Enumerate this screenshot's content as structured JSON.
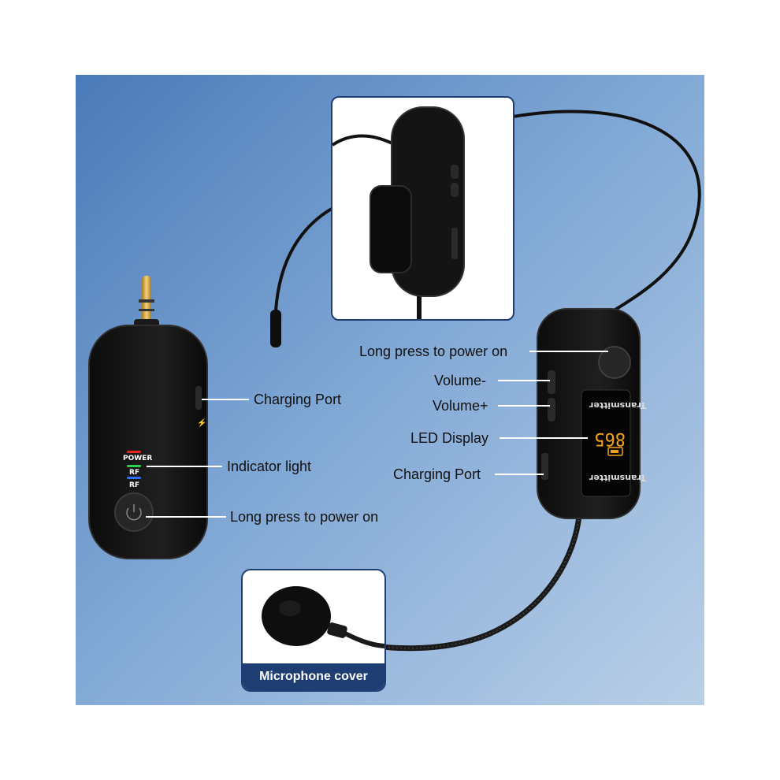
{
  "colors": {
    "panel_gradient_start": "#4a7ab8",
    "panel_gradient_end": "#b9cfe8",
    "device_body": "#151515",
    "caption_bg": "#1d3d73",
    "led_text": "#f2a31a",
    "indicator_red": "#e52620",
    "indicator_green": "#2bd14d",
    "indicator_blue": "#2f6fff"
  },
  "receiver": {
    "indicator_labels": [
      "POWER",
      "RF",
      "RF"
    ],
    "callouts": {
      "charging_port": "Charging Port",
      "indicator_light": "Indicator light",
      "power_button": "Long press to power on"
    }
  },
  "transmitter": {
    "display_text": "Transmitter",
    "callouts": {
      "power_button": "Long press to power on",
      "volume_down": "Volume-",
      "volume_up": "Volume+",
      "led_display": "LED Display",
      "charging_port": "Charging Port"
    }
  },
  "insets": {
    "microphone_cover_caption": "Microphone cover"
  },
  "icons": [
    "power-icon",
    "lightning-icon",
    "battery-icon"
  ]
}
